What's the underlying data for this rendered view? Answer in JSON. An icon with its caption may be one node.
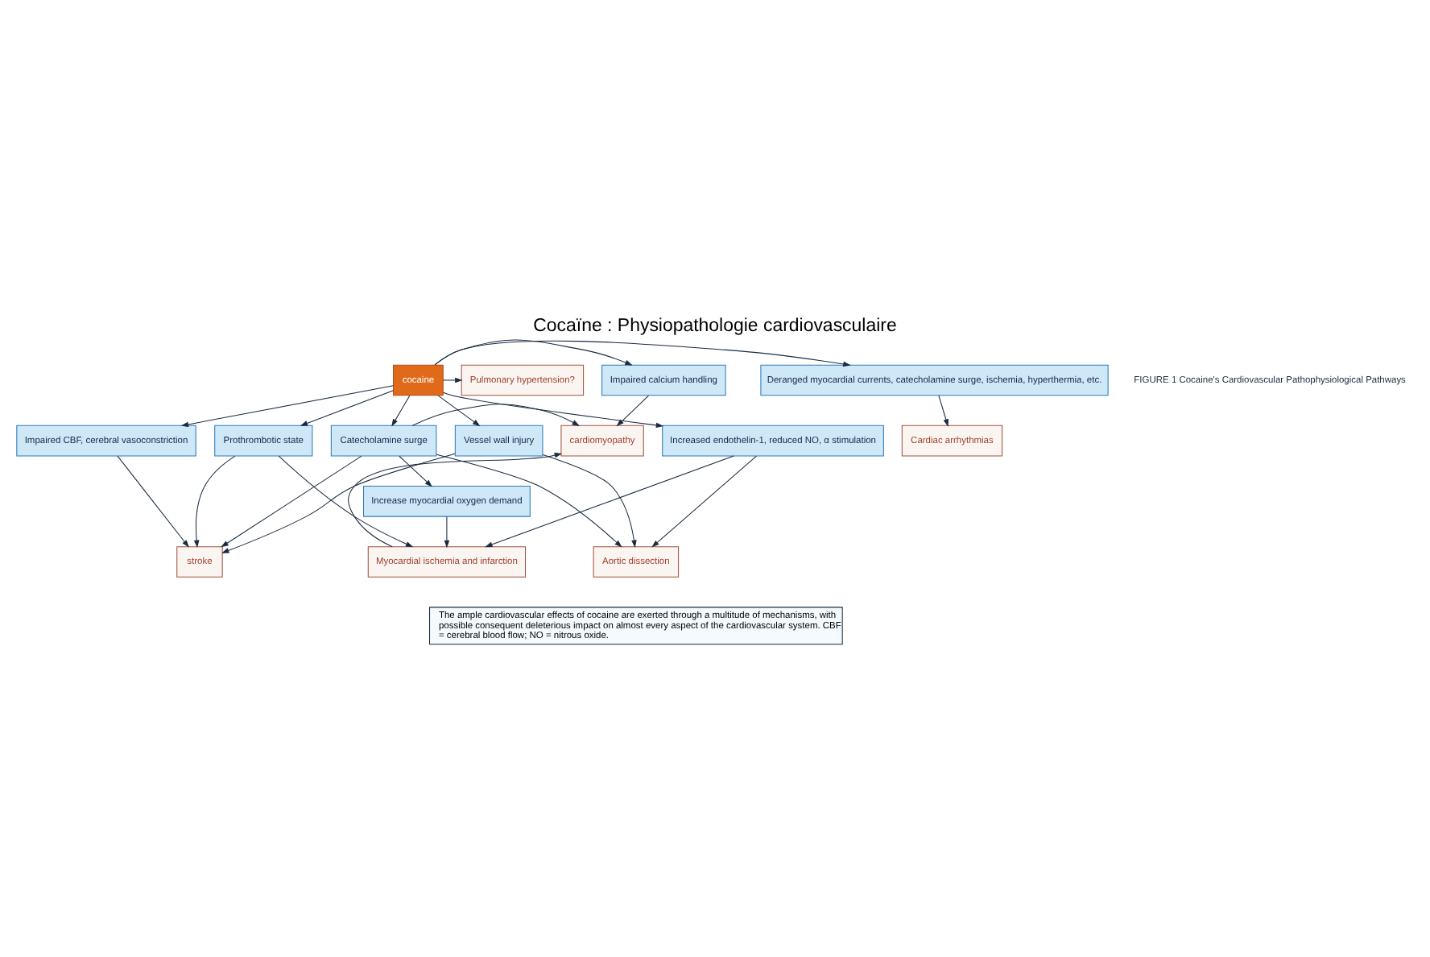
{
  "diagram": {
    "title": "Cocaïne : Physiopathologie cardiovasculaire",
    "caption": "The ample cardiovascular effects of cocaine are exerted through a multitude of mechanisms, with possible consequent deleterious impact on almost every aspect of the cardiovascular system. CBF = cerebral blood flow; NO = nitrous oxide.",
    "nodes": [
      {
        "text": [
          "Cardiac arrhythmias"
        ]
      },
      {
        "text": [
          "cardiomyopathy"
        ]
      },
      {
        "text": [
          "Deranged myocardial currents, catecholamine surge, ischemia, hyperthermia, etc."
        ]
      },
      {
        "text": [
          "Impaired calcium handling"
        ]
      },
      {
        "text": [
          "cocaine"
        ]
      },
      {
        "text": [
          "Pulmonary hypertension?"
        ]
      },
      {
        "text": [
          "Catecholamine surge"
        ]
      },
      {
        "text": [
          "Increased endothelin-1, reduced NO, α stimulation"
        ]
      },
      {
        "text": [
          "Prothrombotic state"
        ]
      },
      {
        "text": [
          "Vessel wall injury"
        ]
      },
      {
        "text": [
          "Impaired CBF, cerebral vasoconstriction"
        ]
      },
      {
        "text": [
          "Increase myocardial oxygen demand"
        ]
      },
      {
        "text": [
          "Myocardial ischemia and infarction"
        ]
      },
      {
        "text": [
          "Aortic dissection"
        ]
      },
      {
        "text": [
          "stroke"
        ]
      }
    ],
    "edges": [
      {
        "from": 4,
        "to": 2,
        "arrow": "to"
      },
      {
        "from": 2,
        "to": 0,
        "arrow": "to"
      },
      {
        "from": 4,
        "to": 3,
        "arrow": "to"
      },
      {
        "from": 3,
        "to": 1,
        "arrow": "to"
      },
      {
        "from": 4,
        "to": 5,
        "arrow": "to"
      },
      {
        "from": 4,
        "to": 6,
        "arrow": "to"
      },
      {
        "from": 4,
        "to": 7,
        "arrow": "to"
      },
      {
        "from": 4,
        "to": 8,
        "arrow": "to"
      },
      {
        "from": 4,
        "to": 9,
        "arrow": "to"
      },
      {
        "from": 4,
        "to": 10,
        "arrow": "to"
      },
      {
        "from": 6,
        "to": 1,
        "arrow": "to"
      },
      {
        "from": 6,
        "to": 11,
        "arrow": "to"
      },
      {
        "from": 11,
        "to": 12,
        "arrow": "to"
      },
      {
        "from": 12,
        "to": 1,
        "arrow": "to"
      },
      {
        "from": 6,
        "to": 13,
        "arrow": "to"
      },
      {
        "from": 6,
        "to": 14,
        "arrow": "to"
      },
      {
        "from": 7,
        "to": 12,
        "arrow": "to"
      },
      {
        "from": 7,
        "to": 13,
        "arrow": "to"
      },
      {
        "from": 8,
        "to": 12,
        "arrow": "to"
      },
      {
        "from": 8,
        "to": 14,
        "arrow": "to"
      },
      {
        "from": 9,
        "to": 13,
        "arrow": "to"
      },
      {
        "from": 9,
        "to": 14,
        "arrow": "to"
      },
      {
        "from": 10,
        "to": 14,
        "arrow": "to"
      }
    ],
    "labels": [
      "FIGURE 1 Cocaine's Cardiovascular Pathophysiological Pathways"
    ]
  }
}
